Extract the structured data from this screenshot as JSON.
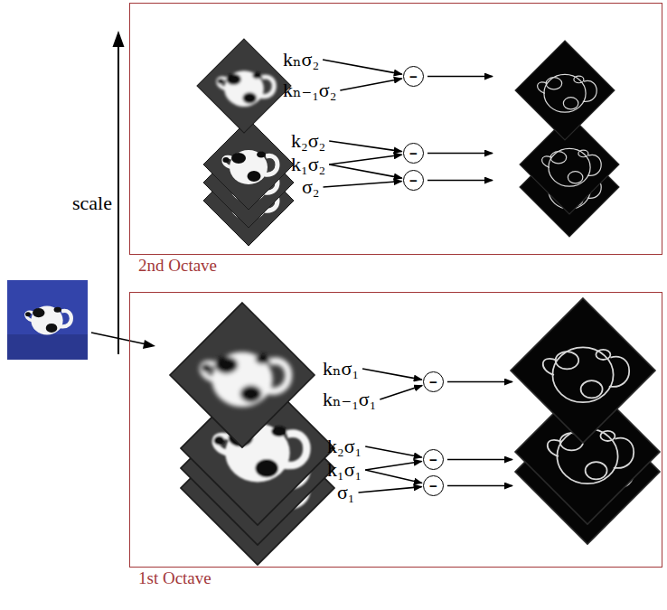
{
  "diagram": {
    "nodes": [
      {
        "text": [
          "2nd Octave"
        ]
      },
      {
        "text": [
          "−"
        ],
        "in": 0
      },
      {
        "text": [
          "−"
        ],
        "in": 0
      },
      {
        "text": [
          "−"
        ],
        "in": 0
      },
      {
        "text": [
          "1st Octave"
        ]
      },
      {
        "text": [
          "−"
        ],
        "in": 4
      },
      {
        "text": [
          "−"
        ],
        "in": 4
      },
      {
        "text": [
          "−"
        ],
        "in": 4
      }
    ],
    "labels": [
      "kₙσ₂",
      "kₙ₋₁σ₂",
      "k₂σ₂",
      "k₁σ₂",
      "σ₂",
      "scale",
      "kₙσ₁",
      "kₙ₋₁σ₁",
      "k₂σ₁",
      "k₁σ₁",
      "σ₁"
    ]
  }
}
